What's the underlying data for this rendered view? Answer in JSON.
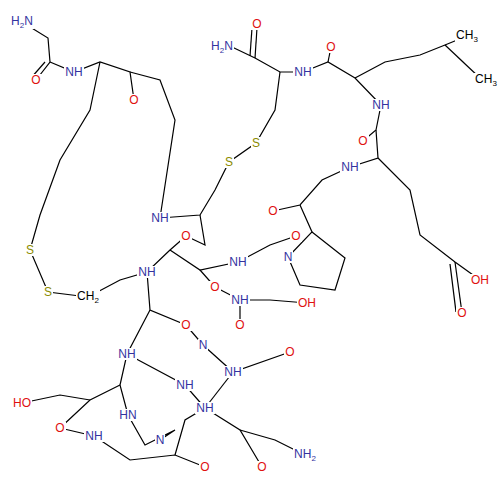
{
  "diagram": {
    "labels": [
      "H2N",
      "O",
      "NH",
      "O",
      "CH3",
      "CH3",
      "NH",
      "O",
      "NH",
      "OH",
      "O",
      "S",
      "S",
      "O",
      "N",
      "H2N",
      "O",
      "NH",
      "O",
      "NH",
      "S",
      "S",
      "CH2",
      "NH",
      "O",
      "NH",
      "O",
      "NH",
      "O",
      "OH",
      "O",
      "N",
      "NH",
      "HN",
      "N",
      "HO",
      "O",
      "NH",
      "NH",
      "O",
      "NH",
      "O",
      "O",
      "NH2",
      "NH",
      "O"
    ]
  }
}
